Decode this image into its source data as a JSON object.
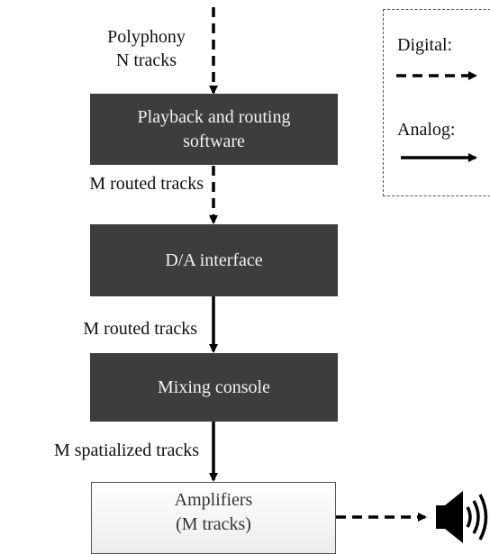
{
  "diagram": {
    "input_label": {
      "line1": "Polyphony",
      "line2": "N tracks"
    },
    "boxes": {
      "playback": {
        "line1": "Playback and routing",
        "line2": "software"
      },
      "da_interface": {
        "label": "D/A interface"
      },
      "mixing_console": {
        "label": "Mixing console"
      },
      "amplifiers": {
        "line1": "Amplifiers",
        "line2": "(M tracks)"
      }
    },
    "edge_labels": {
      "after_playback": "M routed tracks",
      "after_da": "M routed tracks",
      "after_mixing": "M spatialized tracks"
    },
    "legend": {
      "digital_label": "Digital:",
      "analog_label": "Analog:",
      "digital_style": "dashed",
      "analog_style": "solid"
    },
    "output_icon": "speaker-icon",
    "colors": {
      "dark_box": "#3d3d3d",
      "dark_box_text": "#f2f2f2",
      "light_box_border": "#555555",
      "arrow": "#000000"
    }
  }
}
